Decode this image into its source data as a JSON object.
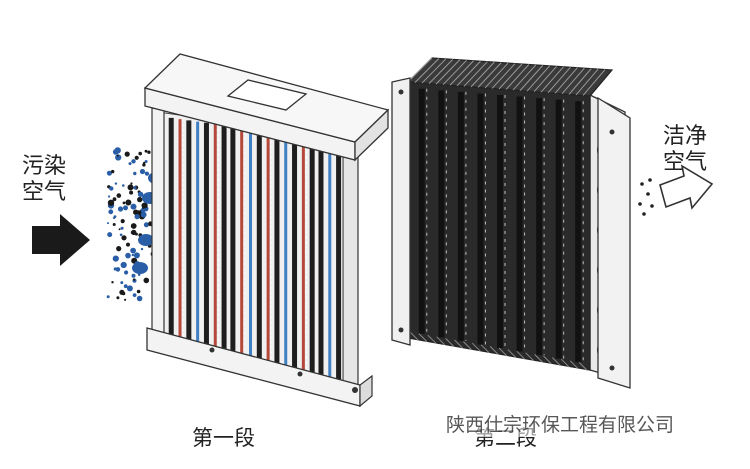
{
  "inlet": {
    "line1": "污染",
    "line2": "空气"
  },
  "outlet": {
    "line1": "洁净",
    "line2": "空气"
  },
  "stages": {
    "first": "第一段",
    "second": "第二段"
  },
  "watermark": "陕西仕宗环保工程有限公司",
  "colors": {
    "frame_light": "#f3f3f3",
    "frame_outline": "#333333",
    "stage1_blue": "#3f7fc4",
    "stage1_red": "#b5483a",
    "stage1_dark": "#1e1e1e",
    "stage2_dark": "#2a2a2a",
    "arrow_in": "#1a1a1a",
    "particles": "#2a5fa8"
  },
  "icons": {
    "inlet_arrow": "solid-right-arrow-icon",
    "outlet_arrow": "hollow-right-arrow-icon",
    "pollution_particles": "dust-particles-icon"
  }
}
